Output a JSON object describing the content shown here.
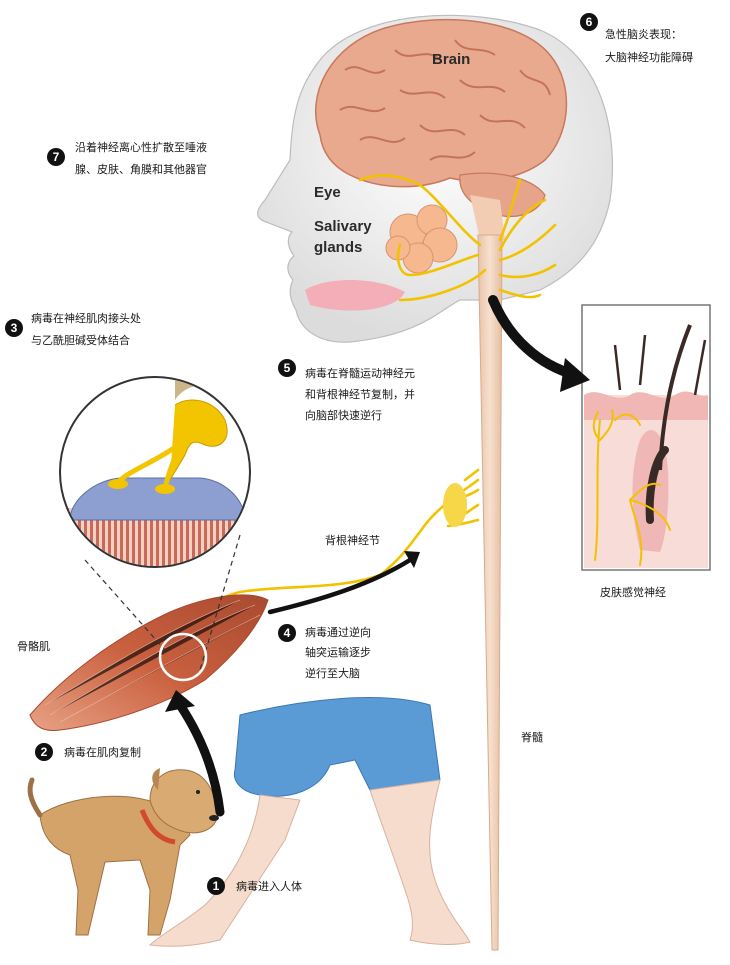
{
  "labels": {
    "brain": "Brain",
    "eye": "Eye",
    "salivary_1": "Salivary",
    "salivary_2": "glands",
    "spinal_cord": "脊髓",
    "skeletal_muscle": "骨骼肌",
    "drg": "背根神经节",
    "skin_nerve": "皮肤感觉神经"
  },
  "steps": [
    {
      "num": "1",
      "lines": [
        "病毒进入人体"
      ]
    },
    {
      "num": "2",
      "lines": [
        "病毒在肌肉复制"
      ]
    },
    {
      "num": "3",
      "lines": [
        "病毒在神经肌肉接头处",
        "与乙酰胆碱受体结合"
      ]
    },
    {
      "num": "4",
      "lines": [
        "病毒通过逆向",
        "轴突运输逐步",
        "逆行至大脑"
      ]
    },
    {
      "num": "5",
      "lines": [
        "病毒在脊髓运动神经元",
        "和背根神经节复制，并",
        "向脑部快速逆行"
      ]
    },
    {
      "num": "6",
      "lines": [
        "急性脑炎表现：",
        "大脑神经功能障碍"
      ]
    },
    {
      "num": "7",
      "lines": [
        "沿着神经离心性扩散至唾液",
        "腺、皮肤、角膜和其他器官"
      ]
    }
  ],
  "colors": {
    "nerve": "#f2c200",
    "spine": "#f2d3bb",
    "brain": "#e9a98e",
    "muscle": "#cf6d4b",
    "shorts": "#5b9bd5",
    "dog": "#d4a36a",
    "skin_box": "#f8dcd8"
  }
}
